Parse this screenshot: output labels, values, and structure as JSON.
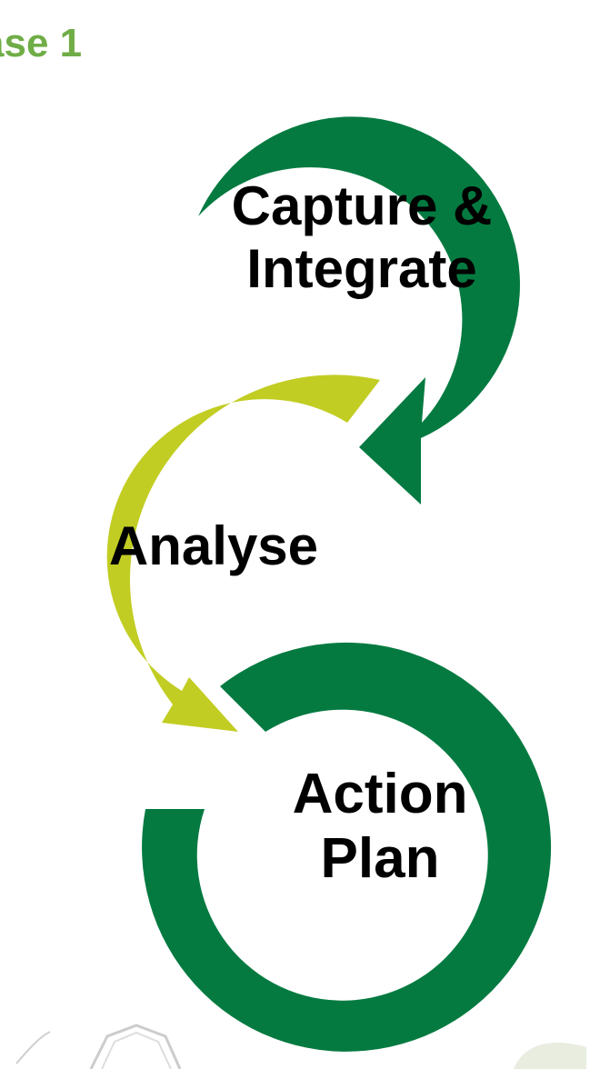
{
  "phase_label": "ase 1",
  "steps": [
    {
      "line1": "Capture &",
      "line2": "Integrate"
    },
    {
      "line1": "Analyse"
    },
    {
      "line1": "Action",
      "line2": "Plan"
    }
  ],
  "colors": {
    "dark_green": "#047a40",
    "lime": "#c2cd23",
    "phase_text": "#70ad47",
    "faint_decor": "#d0d0d0"
  }
}
